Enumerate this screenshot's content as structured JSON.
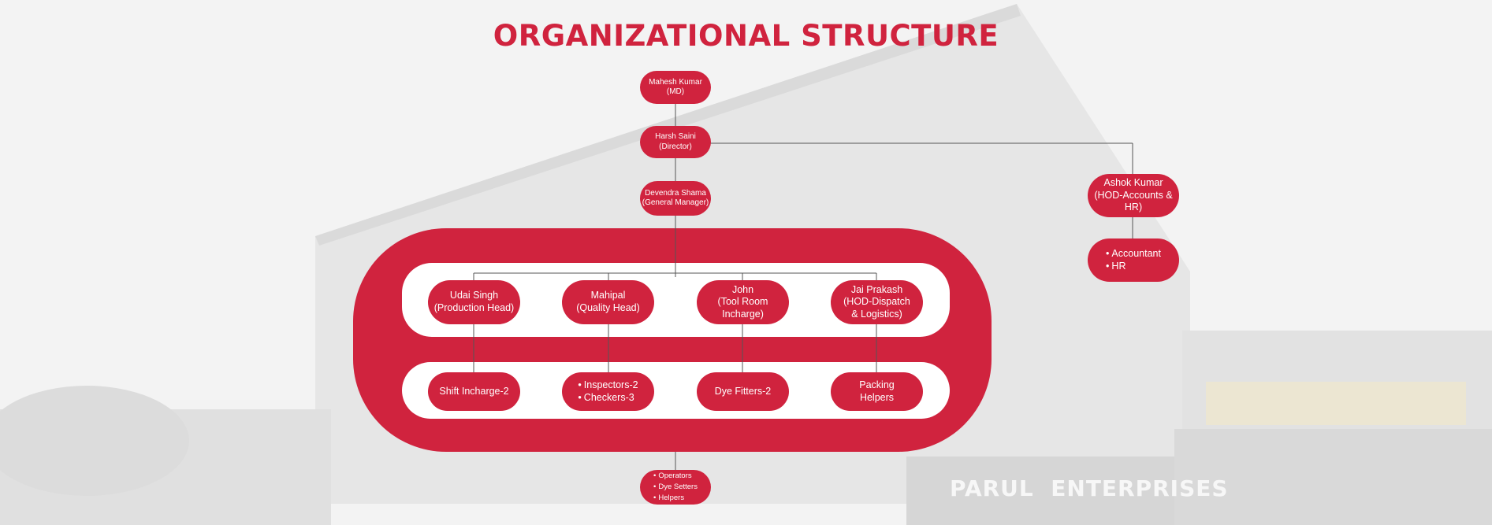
{
  "title": "ORGANIZATIONAL STRUCTURE",
  "brand_sign": "PARUL  ENTERPRISES",
  "colors": {
    "accent": "#d0233e",
    "panel": "#ffffff",
    "background": "#f4f4f4"
  },
  "md": {
    "name": "Mahesh Kumar",
    "role": "(MD)"
  },
  "director": {
    "name": "Harsh Saini",
    "role": "(Director)"
  },
  "gm": {
    "name": "Devendra Shama",
    "role": "(General Manager)"
  },
  "hod_accounts": {
    "name": "Ashok Kumar",
    "role": "(HOD-Accounts & HR)",
    "staff": [
      "Accountant",
      "HR"
    ]
  },
  "heads": [
    {
      "line1": "Udai Singh",
      "line2": "(Production Head)",
      "line3": ""
    },
    {
      "line1": "Mahipal",
      "line2": "(Quality Head)",
      "line3": ""
    },
    {
      "line1": "John",
      "line2": "(Tool Room",
      "line3": "Incharge)"
    },
    {
      "line1": "Jai Prakash",
      "line2": "(HOD-Dispatch",
      "line3": "& Logistics)"
    }
  ],
  "teams": {
    "production": "Shift Incharge-2",
    "quality": [
      "Inspectors-2",
      "Checkers-3"
    ],
    "toolroom": "Dye Fitters-2",
    "dispatch_line1": "Packing",
    "dispatch_line2": "Helpers"
  },
  "workers": [
    "Operators",
    "Dye Setters",
    "Helpers"
  ]
}
